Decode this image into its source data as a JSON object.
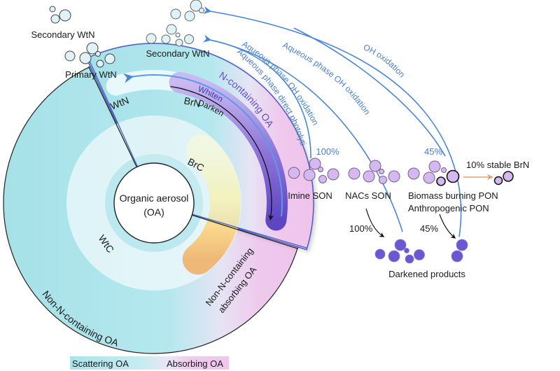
{
  "diagram": {
    "title": "Organic aerosol light-absorption transformation",
    "center": {
      "label_line1": "Organic aerosol",
      "label_line2": "(OA)"
    },
    "rings": {
      "wtc": "WtC",
      "brc": "BrC",
      "wtn": "WtN",
      "brn": "BrN",
      "whiten": "Whiten",
      "darken": "Darken",
      "n_containing_oa": "N-containing OA",
      "non_n_containing_oa": "Non-N-containing OA",
      "non_n_absorbing_line1": "Non-N-containing",
      "non_n_absorbing_line2": "absorbing OA"
    },
    "wtn_sources": {
      "secondary_wtn_left": "Secondary WtN",
      "primary_wtn": "Primary WtN",
      "secondary_wtn_top": "Secondary WtN"
    },
    "pathways": {
      "direct_photolytic": "Aqueous phase direct photolytic",
      "aq_oh_oxidation_1": "Aqueous phase OH oxidation",
      "aq_oh_oxidation_2": "Aqueous phase OH oxidation",
      "oh_oxidation": "OH oxidation"
    },
    "species": {
      "imine_son": "Imine SON",
      "nacs_son": "NACs SON",
      "biomass_pon": "Biomass  burning PON",
      "anthropogenic_pon": "Anthropogenic PON",
      "stable_brn": "10% stable BrN",
      "darkened_products": "Darkened products"
    },
    "percentages": {
      "imine_whiten": "100%",
      "pon_whiten": "45%",
      "nacs_darken": "100%",
      "pon_darken": "45%"
    },
    "legend": {
      "scattering": "Scattering OA",
      "absorbing": "Absorbing OA"
    },
    "colors": {
      "scattering_cyan": "#a9e4ea",
      "absorbing_pink": "#efc6ec",
      "brc_yellow": "#fff4a0",
      "brc_orange": "#f2bf7a",
      "brn_purple": "#6a52c9",
      "brn_light": "#c8b8f0",
      "arrow_blue": "#4a86d8",
      "bubble_lilac": "#d4b8f0",
      "bubble_dark": "#6a58d0",
      "bubble_pale": "#dff2f7",
      "stable_arrow": "#d9a57a"
    }
  }
}
